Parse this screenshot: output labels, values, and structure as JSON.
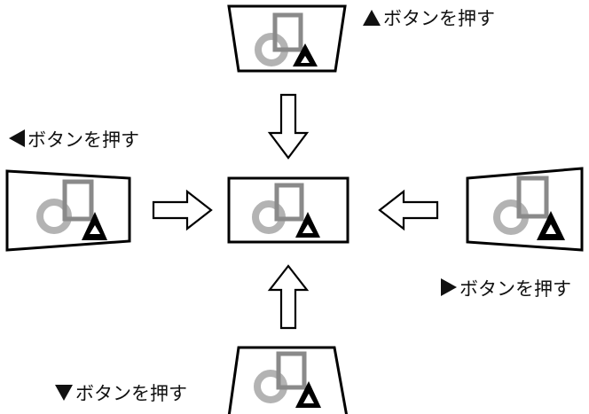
{
  "captions": {
    "up": "ボタンを押す",
    "left": "ボタンを押す",
    "right": "ボタンを押す",
    "down": "ボタンを押す"
  },
  "caption_markers": {
    "up": "black-up-triangle",
    "left": "black-left-triangle",
    "right": "black-right-triangle",
    "down": "black-down-triangle"
  },
  "colors": {
    "frame": "#000000",
    "square": "#8a8a8a",
    "circle": "#b3b3b3",
    "triangle": "#000000",
    "background": "#ffffff"
  }
}
